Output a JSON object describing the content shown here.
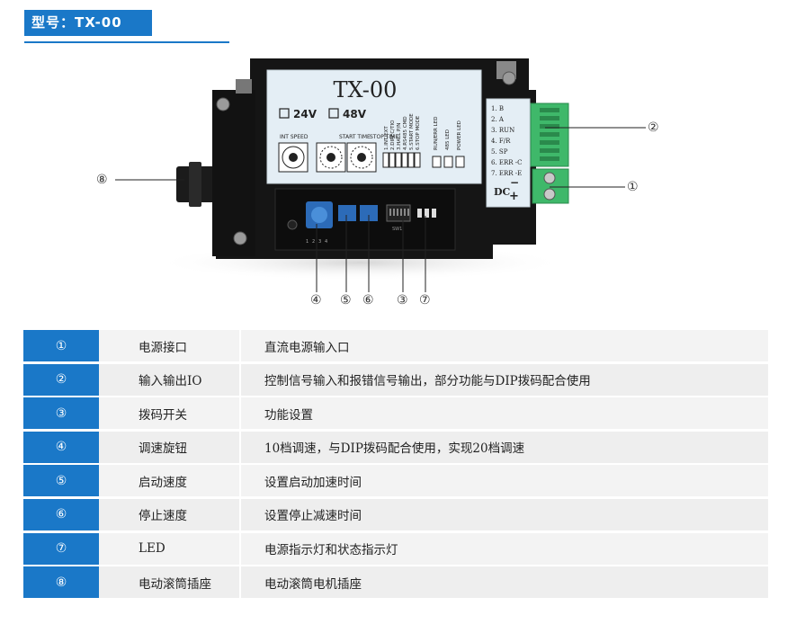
{
  "header": {
    "model_label": "型号：TX-00"
  },
  "device": {
    "panel_title": "TX-00",
    "voltage_options": [
      "24V",
      "48V"
    ],
    "knob_labels": [
      "INT SPEED",
      "START TIME",
      "STOP TIME"
    ],
    "dip_labels": [
      "1.INT/EXT",
      "2.DIREC/TIO",
      "3.HALL P/N",
      "4.RS485 CMD",
      "5.START MODE",
      "6.STOP MODE"
    ],
    "led_labels": [
      "RUN/ERR LED",
      "485 LED",
      "POWER LED"
    ],
    "io_pins": [
      "1. B",
      "2. A",
      "3. RUN",
      "4. F/R",
      "5. SP",
      "6. ERR -C",
      "7. ERR -E"
    ],
    "dc_label": "DC",
    "dc_minus": "−",
    "dc_plus": "+",
    "lower_labels": [
      "1",
      "2",
      "3",
      "4"
    ],
    "dip_small_label": "SW1"
  },
  "callouts": {
    "c1": "①",
    "c2": "②",
    "c3": "③",
    "c4": "④",
    "c5": "⑤",
    "c6": "⑥",
    "c7": "⑦",
    "c8": "⑧"
  },
  "table": {
    "rows": [
      {
        "num": "①",
        "name": "电源接口",
        "desc": "直流电源输入口"
      },
      {
        "num": "②",
        "name": "输入输出IO",
        "desc": "控制信号输入和报错信号输出，部分功能与DIP拨码配合使用"
      },
      {
        "num": "③",
        "name": "拨码开关",
        "desc": "功能设置"
      },
      {
        "num": "④",
        "name": "调速旋钮",
        "desc": "10档调速，与DIP拨码配合使用，实现20档调速"
      },
      {
        "num": "⑤",
        "name": "启动速度",
        "desc": "设置启动加速时间"
      },
      {
        "num": "⑥",
        "name": "停止速度",
        "desc": "设置停止减速时间"
      },
      {
        "num": "⑦",
        "name": "LED",
        "desc": "电源指示灯和状态指示灯"
      },
      {
        "num": "⑧",
        "name": "电动滚筒插座",
        "desc": "电动滚筒电机插座"
      }
    ]
  },
  "colors": {
    "accent": "#1a78c8",
    "device_body": "#141414",
    "panel": "#e4eef5",
    "terminal_green": "#3fb86a"
  }
}
